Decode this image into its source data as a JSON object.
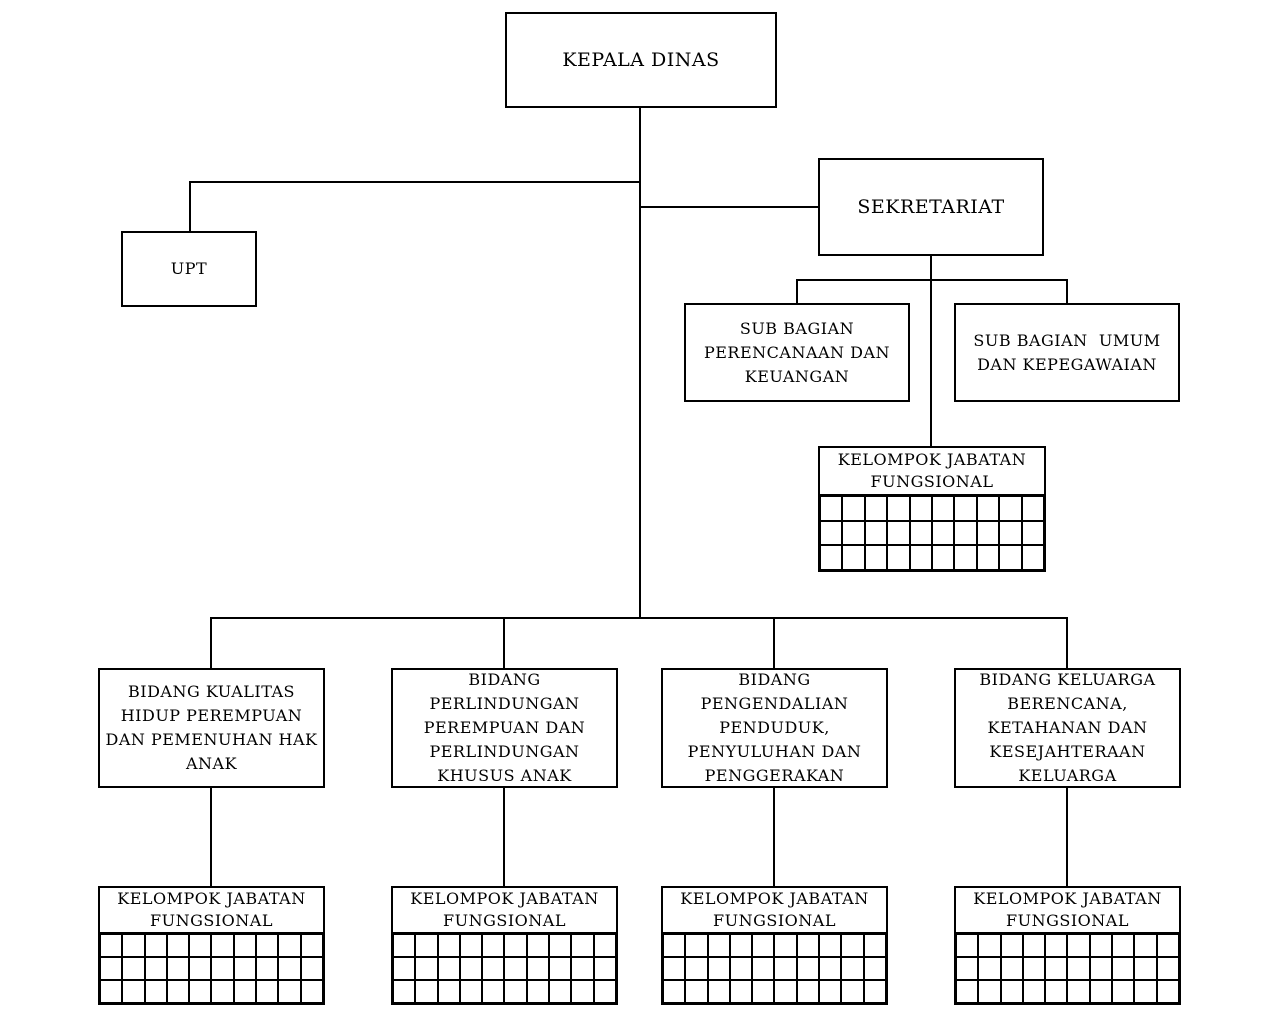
{
  "diagram": {
    "type": "organizational-chart",
    "nodes": {
      "kepala_dinas": {
        "label": "KEPALA DINAS"
      },
      "sekretariat": {
        "label": "SEKRETARIAT"
      },
      "upt": {
        "label": "UPT"
      },
      "sub_bagian_perencanaan": {
        "label": "SUB BAGIAN\nPERENCANAAN DAN\nKEUANGAN"
      },
      "sub_bagian_umum": {
        "label": "SUB BAGIAN  UMUM\nDAN KEPEGAWAIAN"
      },
      "kelompok_jabatan": {
        "label": "KELOMPOK JABATAN\nFUNGSIONAL"
      },
      "bidang_kualitas_hidup": {
        "label": "BIDANG KUALITAS\nHIDUP PEREMPUAN\nDAN PEMENUHAN HAK\nANAK"
      },
      "bidang_perlindungan": {
        "label": "BIDANG\nPERLINDUNGAN\nPEREMPUAN DAN\nPERLINDUNGAN\nKHUSUS ANAK"
      },
      "bidang_pengendalian": {
        "label": "BIDANG\nPENGENDALIAN\nPENDUDUK,\nPENYULUHAN DAN\nPENGGERAKAN"
      },
      "bidang_keluarga_berencana": {
        "label": "BIDANG KELUARGA\nBERENCANA,\nKETAHANAN DAN\nKESEJAHTERAAN\nKELUARGA"
      }
    },
    "fungsional_grid": {
      "rows": 3,
      "cols": 10
    },
    "colors": {
      "line": "#000000",
      "text": "#000000",
      "background": "#ffffff"
    }
  }
}
